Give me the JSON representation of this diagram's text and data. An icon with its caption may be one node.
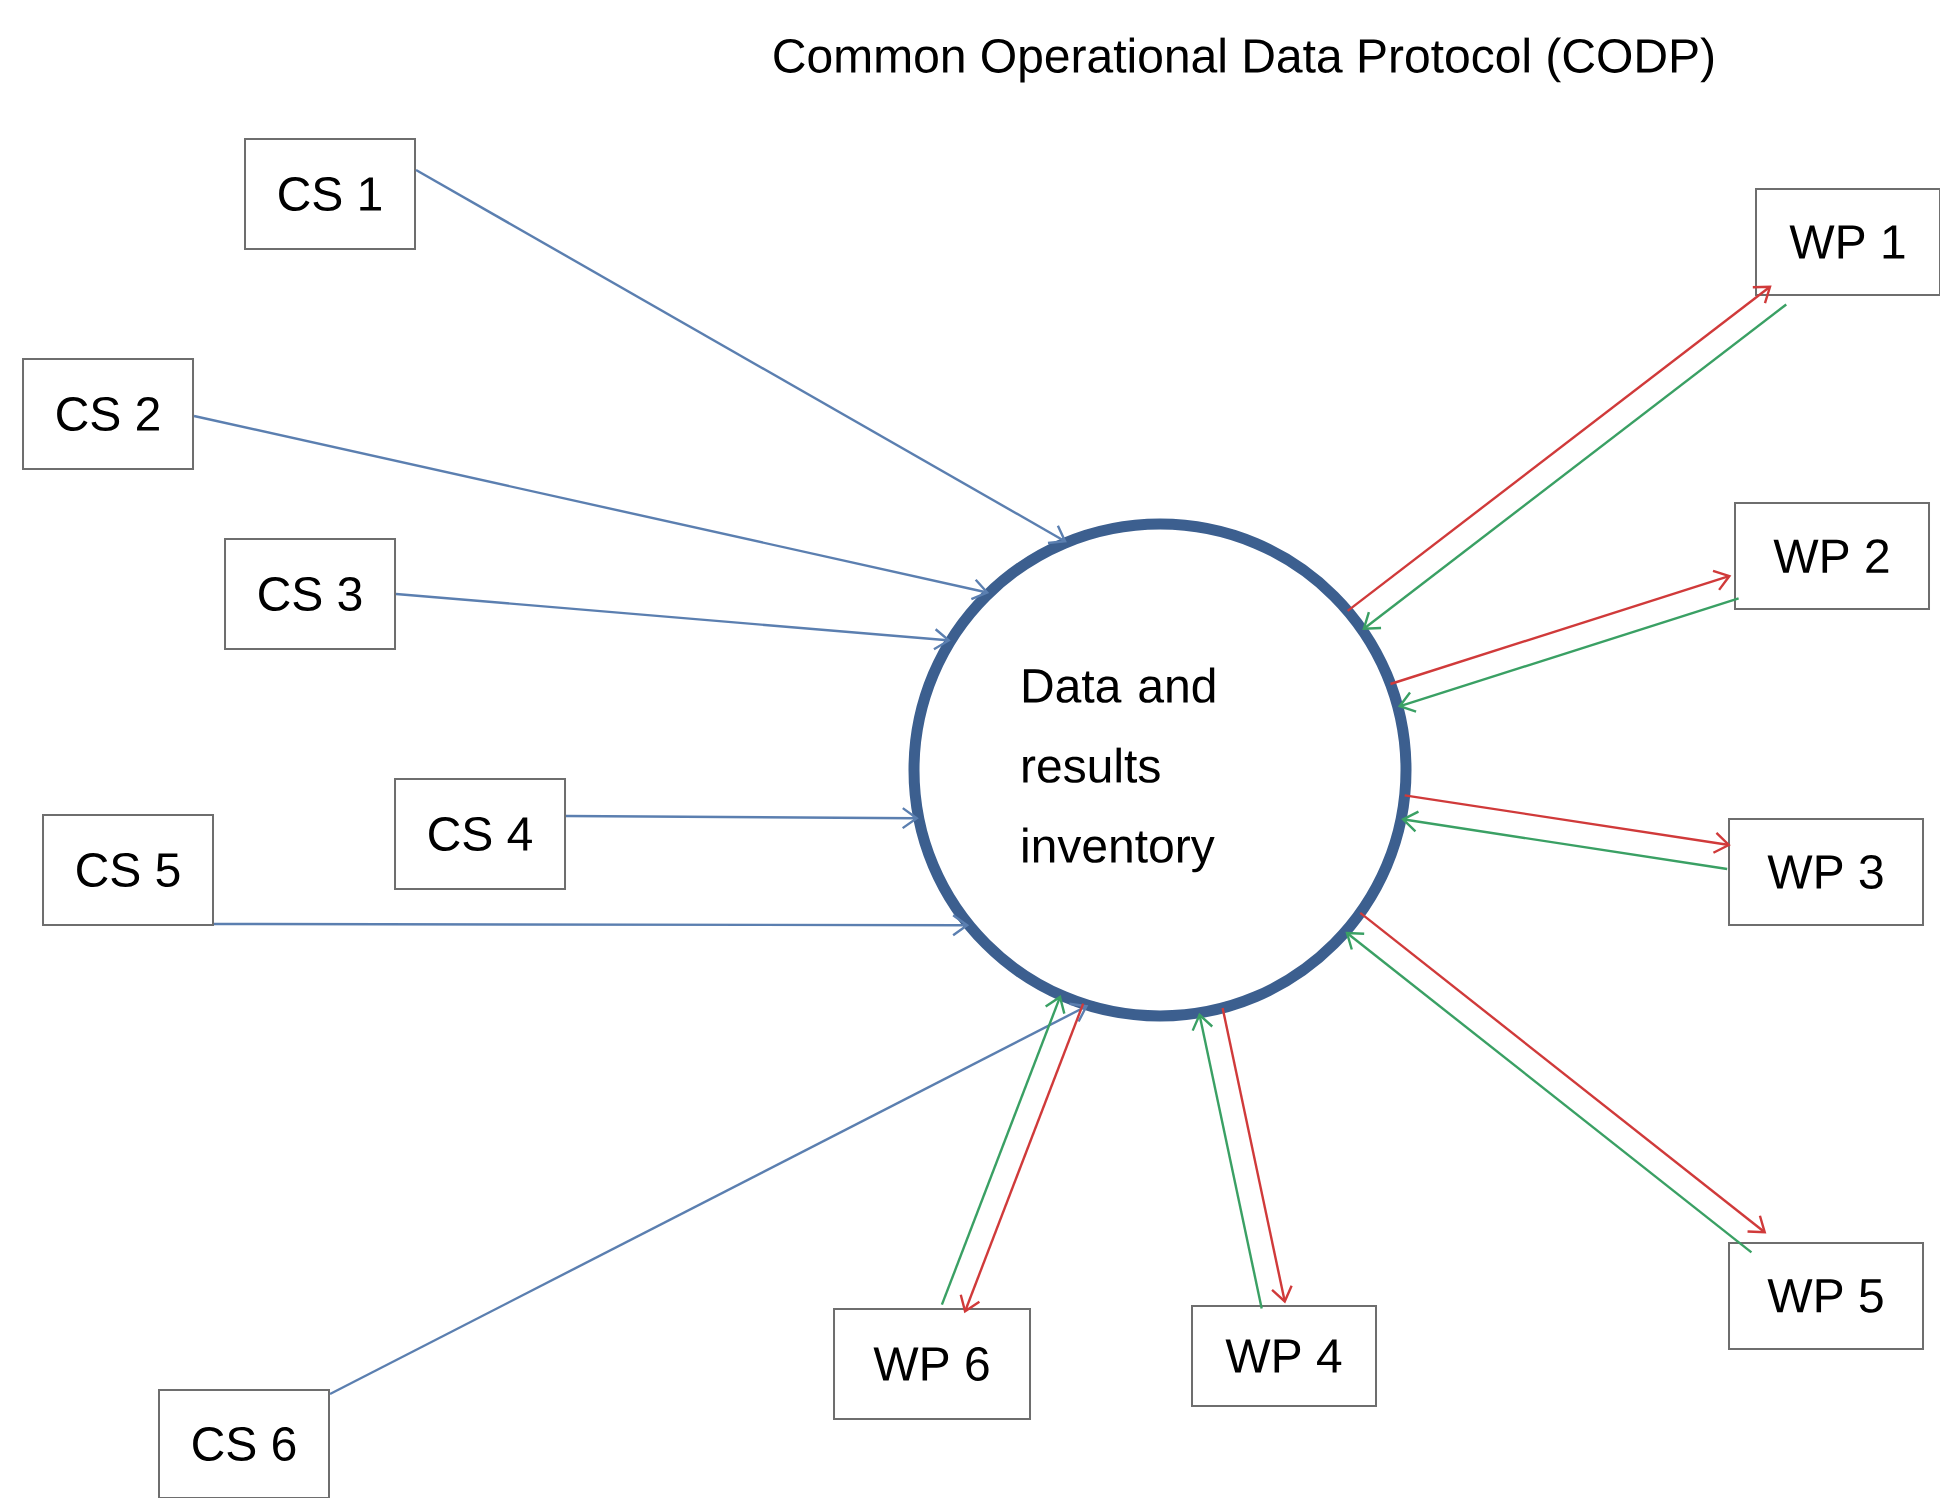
{
  "diagram": {
    "title": "Common Operational Data Protocol (CODP)",
    "nodes": [
      {
        "text": [
          "Data and results inventory"
        ]
      },
      {
        "text": [
          "CS 1"
        ]
      },
      {
        "text": [
          "CS 2"
        ]
      },
      {
        "text": [
          "CS 3"
        ]
      },
      {
        "text": [
          "CS 4"
        ]
      },
      {
        "text": [
          "CS 5"
        ]
      },
      {
        "text": [
          "CS 6"
        ]
      },
      {
        "text": [
          "WP 1"
        ]
      },
      {
        "text": [
          "WP 2"
        ]
      },
      {
        "text": [
          "WP 3"
        ]
      },
      {
        "text": [
          "WP 5"
        ]
      },
      {
        "text": [
          "WP 6"
        ]
      },
      {
        "text": [
          "WP 4"
        ]
      }
    ],
    "edges": [
      {
        "from": 1,
        "to": 0,
        "arrow": "to",
        "color": "#5b7fb0"
      },
      {
        "from": 2,
        "to": 0,
        "arrow": "to",
        "color": "#5b7fb0"
      },
      {
        "from": 3,
        "to": 0,
        "arrow": "to",
        "color": "#5b7fb0"
      },
      {
        "from": 4,
        "to": 0,
        "arrow": "to",
        "color": "#5b7fb0"
      },
      {
        "from": 5,
        "to": 0,
        "arrow": "to",
        "color": "#5b7fb0"
      },
      {
        "from": 6,
        "to": 0,
        "arrow": "to",
        "color": "#5b7fb0"
      },
      {
        "from": 0,
        "to": 7,
        "arrow": "to",
        "color": "#d03a3a"
      },
      {
        "from": 7,
        "to": 0,
        "arrow": "to",
        "color": "#3aa064"
      },
      {
        "from": 0,
        "to": 8,
        "arrow": "to",
        "color": "#d03a3a"
      },
      {
        "from": 8,
        "to": 0,
        "arrow": "to",
        "color": "#3aa064"
      },
      {
        "from": 0,
        "to": 9,
        "arrow": "to",
        "color": "#d03a3a"
      },
      {
        "from": 9,
        "to": 0,
        "arrow": "to",
        "color": "#3aa064"
      },
      {
        "from": 0,
        "to": 10,
        "arrow": "to",
        "color": "#d03a3a"
      },
      {
        "from": 10,
        "to": 0,
        "arrow": "to",
        "color": "#3aa064"
      },
      {
        "from": 0,
        "to": 11,
        "arrow": "to",
        "color": "#d03a3a"
      },
      {
        "from": 11,
        "to": 0,
        "arrow": "to",
        "color": "#3aa064"
      },
      {
        "from": 0,
        "to": 12,
        "arrow": "to",
        "color": "#d03a3a"
      },
      {
        "from": 12,
        "to": 0,
        "arrow": "to",
        "color": "#3aa064"
      }
    ]
  }
}
